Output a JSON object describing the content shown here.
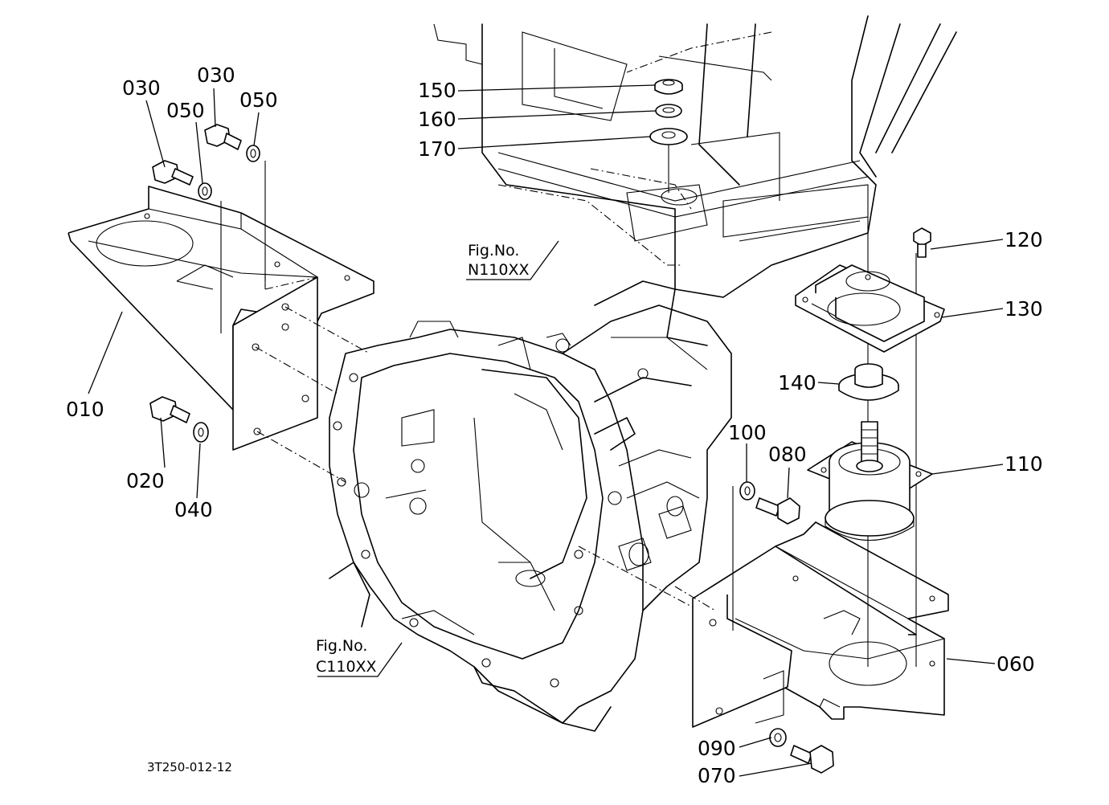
{
  "labels": {
    "p010": "010",
    "p020": "020",
    "p030a": "030",
    "p030b": "030",
    "p040": "040",
    "p050a": "050",
    "p050b": "050",
    "p060": "060",
    "p070": "070",
    "p080": "080",
    "p090": "090",
    "p100": "100",
    "p110": "110",
    "p120": "120",
    "p130": "130",
    "p140": "140",
    "p150": "150",
    "p160": "160",
    "p170": "170"
  },
  "figure_refs": {
    "frame": {
      "line1": "Fig.No.",
      "line2": "N110XX"
    },
    "case": {
      "line1": "Fig.No.",
      "line2": "C110XX"
    }
  },
  "drawing_code": "3T250-012-12"
}
